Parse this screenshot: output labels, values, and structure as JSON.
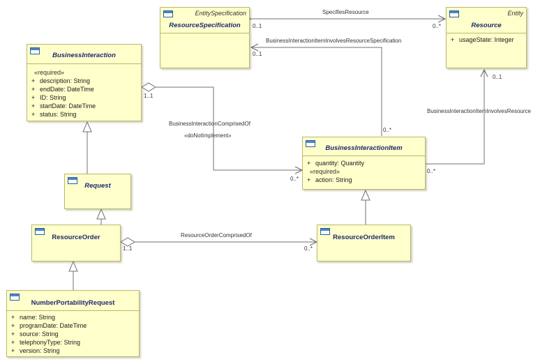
{
  "classes": {
    "resource_specification": {
      "stereotype": "EntitySpecification",
      "name": "ResourceSpecification",
      "attributes": []
    },
    "resource": {
      "stereotype": "Entity",
      "name": "Resource",
      "attributes": [
        {
          "visibility": "+",
          "text": "usageState: Integer"
        }
      ]
    },
    "business_interaction": {
      "name": "BusinessInteraction",
      "constraint": "«required»",
      "attributes": [
        {
          "visibility": "+",
          "text": "description: String"
        },
        {
          "visibility": "+",
          "text": "endDate: DateTime"
        },
        {
          "visibility": "+",
          "text": "ID: String"
        },
        {
          "visibility": "+",
          "text": "startDate: DateTime"
        },
        {
          "visibility": "+",
          "text": "status: String"
        }
      ]
    },
    "business_interaction_item": {
      "name": "BusinessInteractionItem",
      "attributes_top": [
        {
          "visibility": "+",
          "text": "quantity: Quantity"
        }
      ],
      "constraint": "«required»",
      "attributes_bottom": [
        {
          "visibility": "+",
          "text": "action: String"
        }
      ]
    },
    "request": {
      "name": "Request"
    },
    "resource_order": {
      "name": "ResourceOrder"
    },
    "resource_order_item": {
      "name": "ResourceOrderItem"
    },
    "number_portability_request": {
      "name": "NumberPortabilityRequest",
      "attributes": [
        {
          "visibility": "+",
          "text": "name: String"
        },
        {
          "visibility": "+",
          "text": "programDate: DateTime"
        },
        {
          "visibility": "+",
          "text": "source: String"
        },
        {
          "visibility": "+",
          "text": "telephonyType: String"
        },
        {
          "visibility": "+",
          "text": "version: String"
        }
      ]
    }
  },
  "associations": {
    "specifies_resource": {
      "name": "SpecifiesResource",
      "source_mult": "0..1",
      "target_mult": "0..*"
    },
    "bii_resource_spec": {
      "name": "BusinessInteractionItemInvolvesResourceSpecification",
      "source_mult": "0..1",
      "target_mult": "0..*"
    },
    "bii_resource": {
      "name": "BusinessInteractionItemInvolvesResource",
      "source_mult": "0..1",
      "target_mult": "0..*"
    },
    "bi_comprised_of": {
      "name": "BusinessInteractionComprisedOf",
      "stereotype": "«doNotImplement»",
      "source_mult": "1..1",
      "target_mult": "0..*"
    },
    "ro_comprised_of": {
      "name": "ResourceOrderComprisedOf",
      "source_mult": "1..1",
      "target_mult": "0..*"
    }
  },
  "colors": {
    "class_fill": "#ffffcc",
    "class_border": "#b8b86a",
    "icon_blue": "#2c5d9c",
    "line": "#707070"
  }
}
